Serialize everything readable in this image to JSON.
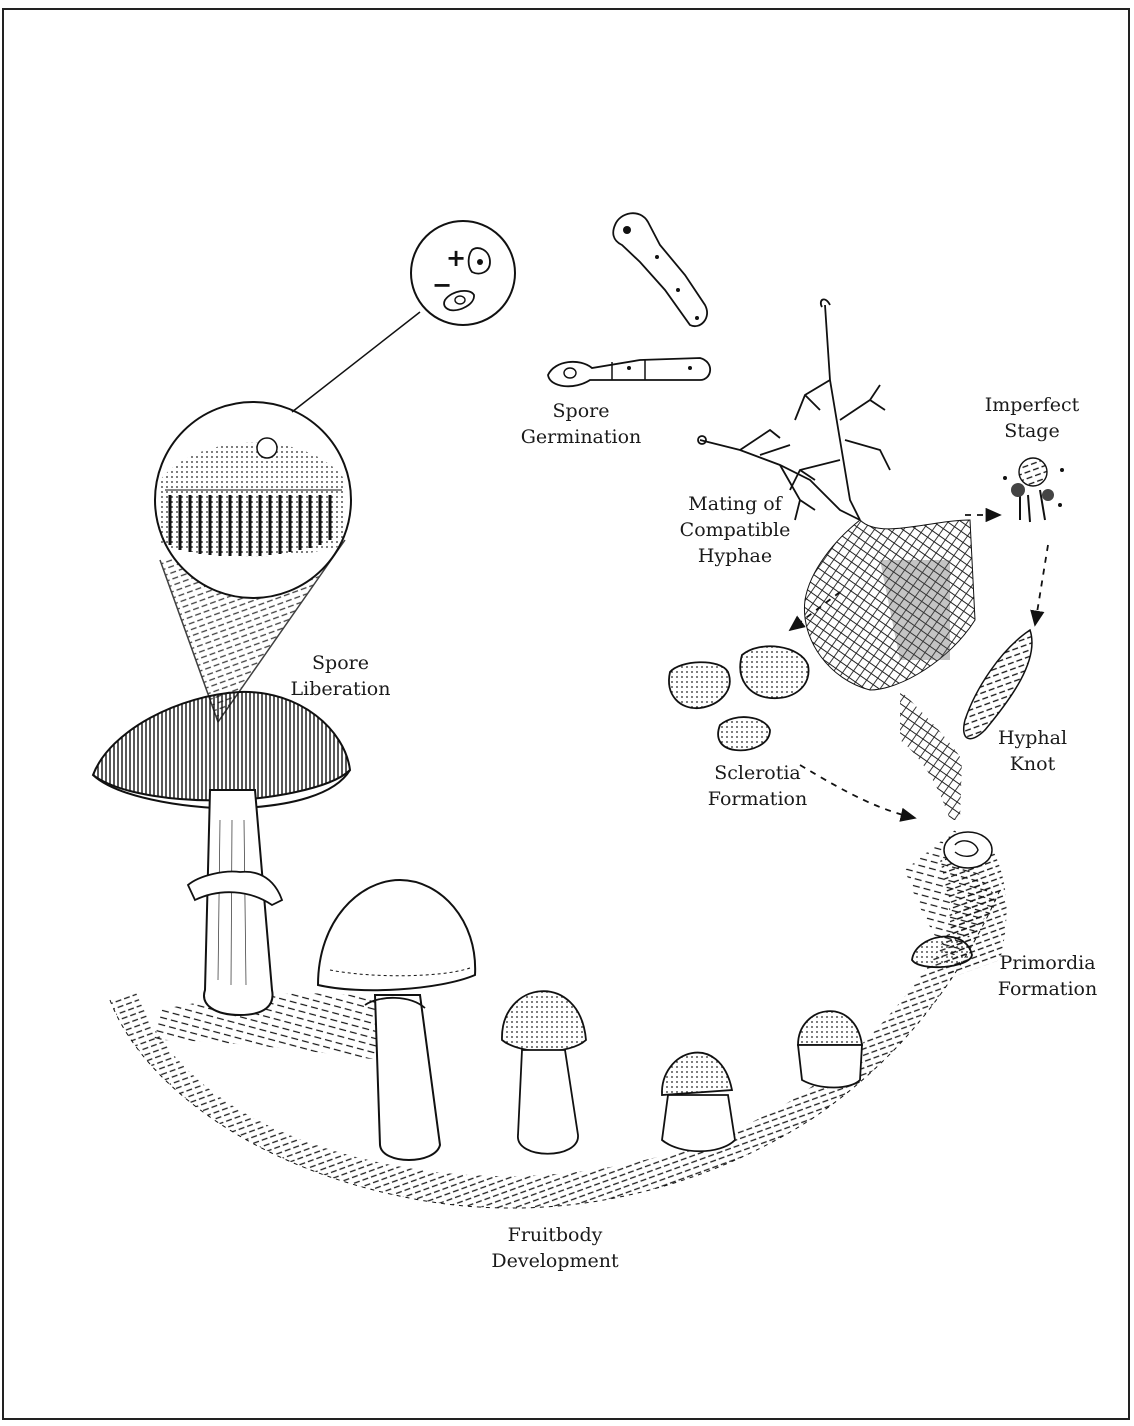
{
  "diagram": {
    "stages": {
      "spore_germination": [
        "Spore",
        "Germination"
      ],
      "imperfect_stage": [
        "Imperfect",
        "Stage"
      ],
      "mating": [
        "Mating of",
        "Compatible",
        "Hyphae"
      ],
      "spore_liberation": [
        "Spore",
        "Liberation"
      ],
      "hyphal_knot": [
        "Hyphal",
        "Knot"
      ],
      "sclerotia": [
        "Sclerotia",
        "Formation"
      ],
      "primordia": [
        "Primordia",
        "Formation"
      ],
      "fruitbody": [
        "Fruitbody",
        "Development"
      ]
    },
    "mating_types": {
      "plus": "+",
      "minus": "−"
    }
  }
}
